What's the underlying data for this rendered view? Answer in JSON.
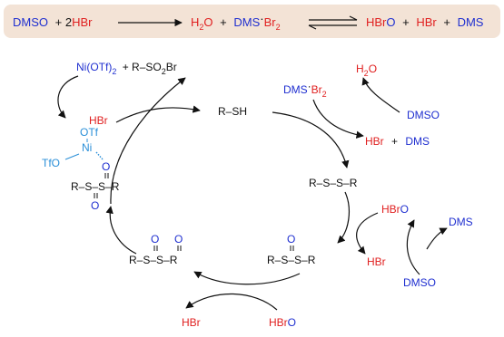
{
  "colors": {
    "blue": "#1f2fd0",
    "red": "#e02020",
    "black": "#111111",
    "cyan": "#2a8fd8",
    "banner_bg": "#f3e3d6"
  },
  "banner": {
    "dmso": "DMSO",
    "plus1": "+ 2",
    "hbr": "HBr",
    "h2o": "H",
    "h2o_sub": "2",
    "h2o_o": "O",
    "plus2": "+",
    "dmsbr2_dms": "DMS",
    "dmsbr2_dot": "·",
    "dmsbr2_br": "Br",
    "dmsbr2_sub": "2",
    "hbro": "HBr",
    "hbro_o": "O",
    "plus3": "+",
    "hbr2": "HBr",
    "plus4": "+",
    "dms": "DMS"
  },
  "scheme": {
    "ni_otf2": "Ni(OTf)",
    "ni_otf2_sub": "2",
    "plus_rso2br": "+ R–SO",
    "rso2br_sub": "2",
    "rso2br_br": "Br",
    "hbr_top": "HBr",
    "rsh": "R–SH",
    "dmsbr2_dms": "DMS",
    "dmsbr2_dot": "·",
    "dmsbr2_br": "Br",
    "dmsbr2_sub": "2",
    "h2o_h": "H",
    "h2o_sub": "2",
    "h2o_o": "O",
    "dmso_top": "DMSO",
    "hbr_right": "HBr",
    "plus_dms": "+",
    "dms_right": "DMS",
    "otf": "OTf",
    "ni": "Ni",
    "tfo": "TfO",
    "o_coord": "O",
    "thiosulfonate_left": "R–S–S–R",
    "o_down": "O",
    "disulfide": "R–S–S–R",
    "hbro_right": "HBrO",
    "hbr_right2": "HBr",
    "dms_right2": "DMS",
    "dmso_right": "DMSO",
    "thiosulfinate": "R–S–S–R",
    "o_thiosulfinate": "O",
    "disulfoxide": "R–S–S–R",
    "o_disulf1": "O",
    "o_disulf2": "O",
    "hbr_bottom": "HBr",
    "hbro_bottom": "HBrO"
  }
}
